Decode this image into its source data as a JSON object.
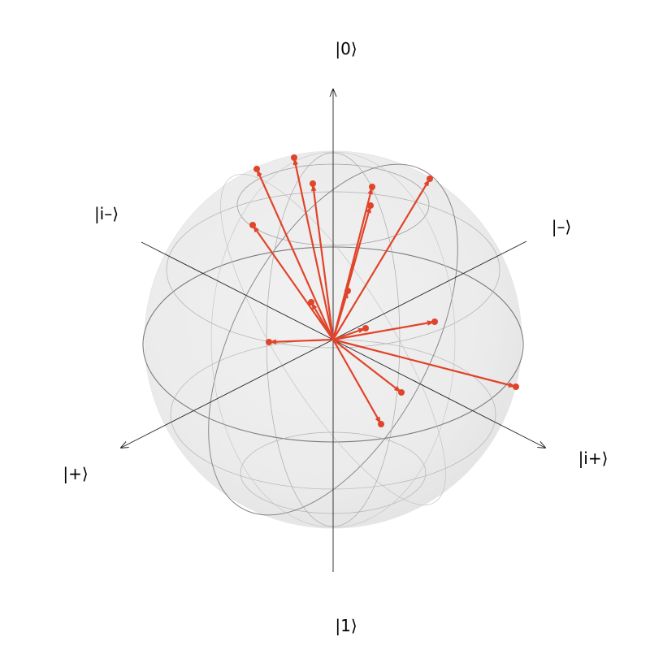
{
  "labels": {
    "zero": "|0⟩",
    "one": "|1⟩",
    "plus": "|+⟩",
    "minus": "|–⟩",
    "i_plus": "|i+⟩",
    "i_minus": "|i–⟩"
  },
  "colors": {
    "vector": "#e0442a",
    "sphere_fill": "#ececec",
    "sphere_wire": "#8a8a8a",
    "axis": "#222222"
  },
  "vector_count": 15
}
